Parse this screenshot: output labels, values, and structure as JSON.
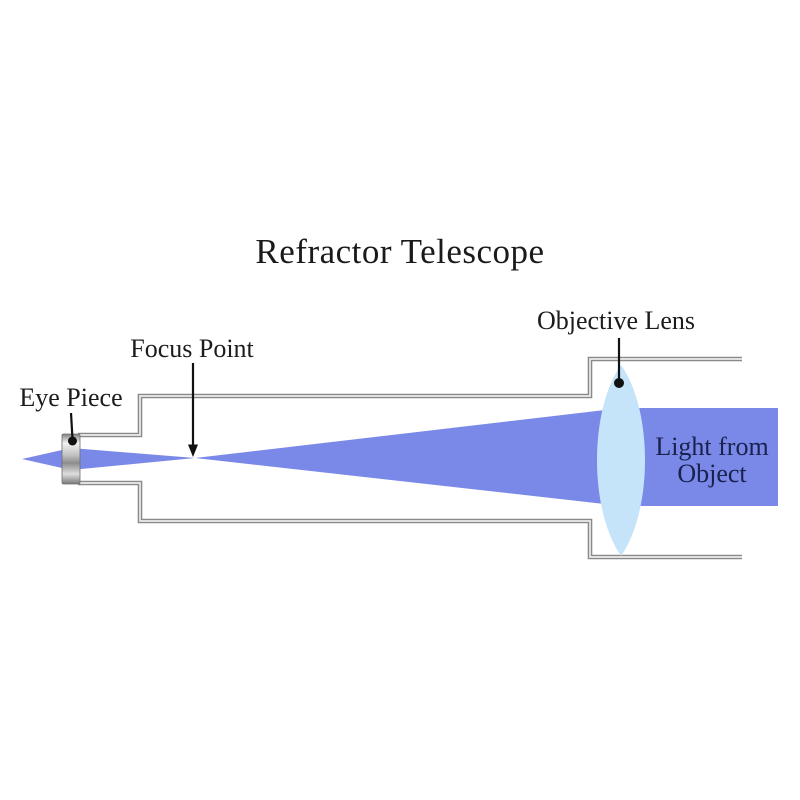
{
  "title": "Refractor Telescope",
  "labels": {
    "objective_lens": "Objective Lens",
    "focus_point": "Focus Point",
    "eye_piece": "Eye Piece",
    "light_from_line1": "Light from",
    "light_from_line2": "Object"
  },
  "colors": {
    "beam": "#7a88e8",
    "lens": "#c6e4f9",
    "tube_outer": "#8a8a8a",
    "tube_inner": "#ededed",
    "pointer": "#111111",
    "label_text": "#1c1c1c",
    "light_text": "#19214d",
    "background": "#ffffff"
  }
}
